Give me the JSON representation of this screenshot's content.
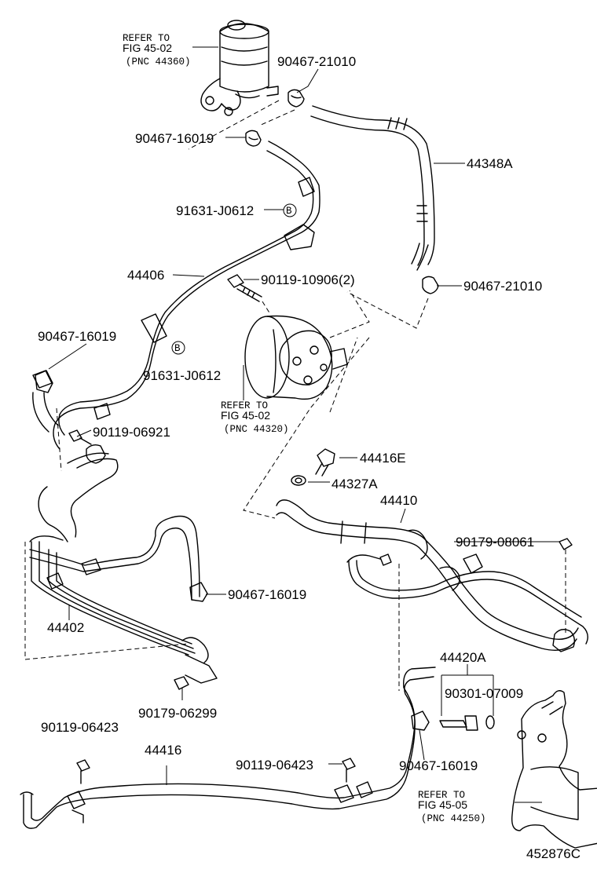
{
  "diagram_id": "452876C",
  "references": {
    "reservoir": {
      "line1": "REFER TO",
      "line2": "FIG 45-02",
      "line3": "(PNC 44360)"
    },
    "pump": {
      "line1": "REFER TO",
      "line2": "FIG 45-02",
      "line3": "(PNC 44320)"
    },
    "gear": {
      "line1": "REFER TO",
      "line2": "FIG 45-05",
      "line3": "(PNC 44250)"
    }
  },
  "parts": {
    "clamp_21010_top": "90467-21010",
    "clamp_16019_top": "90467-16019",
    "hose_44348A": "44348A",
    "marker_B_top_num": "91631-J0612",
    "marker_B": "B",
    "tube_44406": "44406",
    "bolt_10906": "90119-10906(2)",
    "clamp_21010_right": "90467-21010",
    "clamp_16019_left": "90467-16019",
    "marker_B_mid_num": "91631-J0612",
    "bolt_06921": "90119-06921",
    "union_44416E": "44416E",
    "gasket_44327A": "44327A",
    "tube_44410": "44410",
    "nut_08061": "90179-08061",
    "clamp_16019_mid": "90467-16019",
    "cooler_44402": "44402",
    "kit_44420A": "44420A",
    "oring_07009": "90301-07009",
    "nut_06299": "90179-06299",
    "bolt_06423_left": "90119-06423",
    "tube_44416": "44416",
    "bolt_06423_right": "90119-06423",
    "clamp_16019_bottom": "90467-16019"
  }
}
